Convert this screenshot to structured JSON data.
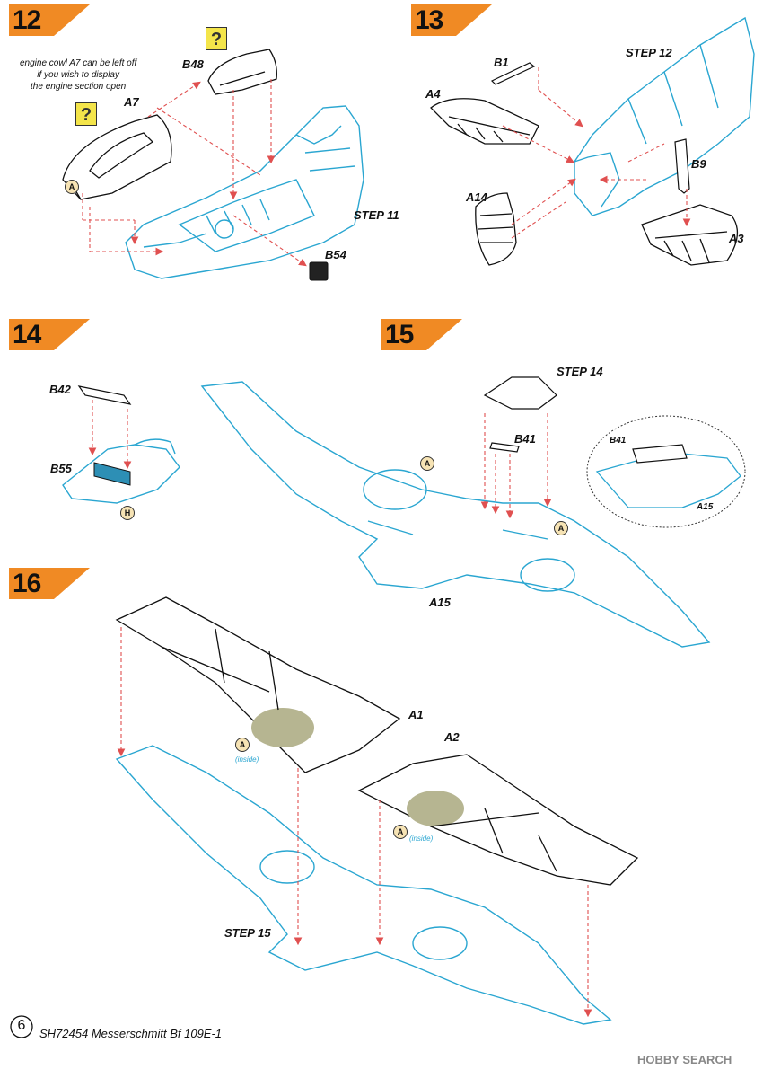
{
  "steps": {
    "s12": {
      "number": "12",
      "note": [
        "engine cowl A7  can be left off",
        "if you wish to display",
        "the engine section open"
      ],
      "label_step": "STEP 11"
    },
    "s13": {
      "number": "13",
      "label_step": "STEP 12"
    },
    "s14": {
      "number": "14"
    },
    "s15": {
      "number": "15",
      "label_step": "STEP 14"
    },
    "s16": {
      "number": "16",
      "label_step": "STEP 15"
    }
  },
  "parts": {
    "a7": "A7",
    "b48": "B48",
    "b54": "B54",
    "b1": "B1",
    "a4": "A4",
    "a14": "A14",
    "b9": "B9",
    "a3": "A3",
    "b42": "B42",
    "b55": "B55",
    "b41": "B41",
    "a15": "A15",
    "b41_detail": "B41",
    "a15_detail": "A15",
    "a1": "A1",
    "a2": "A2"
  },
  "markers": {
    "question": "?",
    "paint_a": "A",
    "paint_h": "H",
    "inside": "(inside)"
  },
  "footer": {
    "page_number": "6",
    "title": "SH72454 Messerschmitt Bf 109E-1",
    "watermark": "HOBBY SEARCH"
  },
  "colors": {
    "outline": "#2aa6d1",
    "banner": "#f08a24",
    "arrow": "#e05050",
    "paint_fill": "#b6b591",
    "question_bg": "#f4e54a"
  }
}
